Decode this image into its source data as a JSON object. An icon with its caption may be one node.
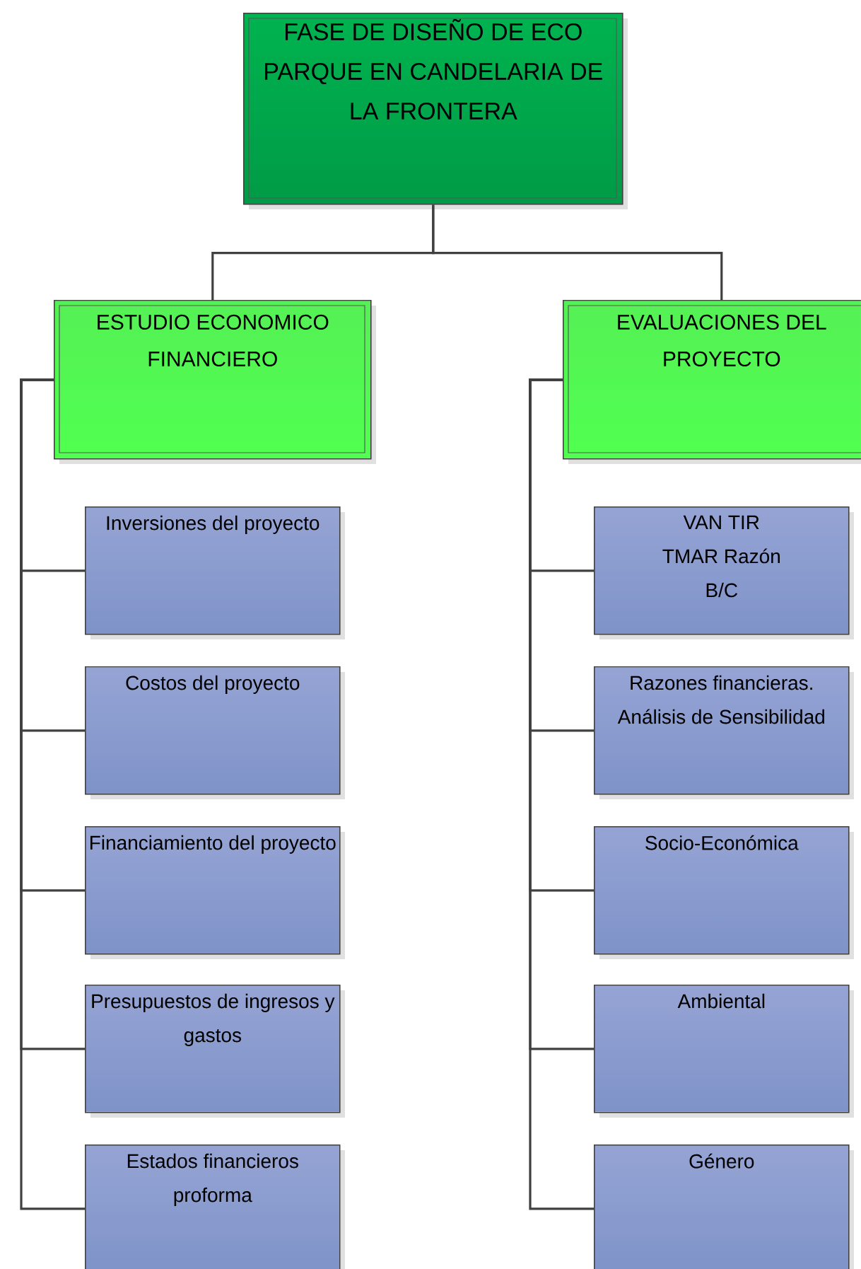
{
  "diagram": {
    "nodes": [
      {
        "text": [
          "FASE DE DISEÑO DE ECO PARQUE EN CANDELARIA DE LA FRONTERA"
        ]
      },
      {
        "text": [
          "ESTUDIO ECONOMICO FINANCIERO"
        ]
      },
      {
        "text": [
          "EVALUACIONES DEL PROYECTO"
        ]
      },
      {
        "text": [
          "Inversiones del proyecto"
        ]
      },
      {
        "text": [
          "Costos del proyecto"
        ]
      },
      {
        "text": [
          "Financiamiento del proyecto"
        ]
      },
      {
        "text": [
          "Presupuestos de ingresos y gastos"
        ]
      },
      {
        "text": [
          "Estados financieros proforma"
        ]
      },
      {
        "text": [
          "VAN TIR TMAR Razón B/C"
        ]
      },
      {
        "text": [
          "Razones financieras. Análisis de Sensibilidad"
        ]
      },
      {
        "text": [
          "Socio-Económica"
        ]
      },
      {
        "text": [
          "Ambiental"
        ]
      },
      {
        "text": [
          "Género"
        ]
      }
    ],
    "edges": [
      {
        "from": 0,
        "to": 1,
        "arrow": "none"
      },
      {
        "from": 0,
        "to": 2,
        "arrow": "none"
      },
      {
        "from": 1,
        "to": 3,
        "arrow": "none"
      },
      {
        "from": 1,
        "to": 4,
        "arrow": "none"
      },
      {
        "from": 1,
        "to": 5,
        "arrow": "none"
      },
      {
        "from": 1,
        "to": 6,
        "arrow": "none"
      },
      {
        "from": 1,
        "to": 7,
        "arrow": "none"
      },
      {
        "from": 2,
        "to": 8,
        "arrow": "none"
      },
      {
        "from": 2,
        "to": 9,
        "arrow": "none"
      },
      {
        "from": 2,
        "to": 10,
        "arrow": "none"
      },
      {
        "from": 2,
        "to": 11,
        "arrow": "none"
      },
      {
        "from": 2,
        "to": 12,
        "arrow": "none"
      }
    ]
  }
}
